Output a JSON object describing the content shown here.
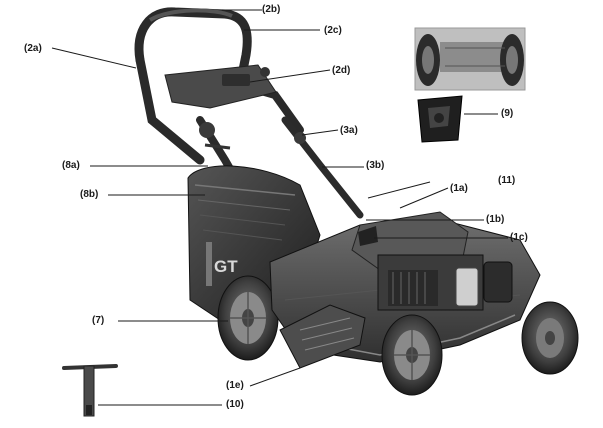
{
  "callouts": {
    "c2b": "(2b)",
    "c2c": "(2c)",
    "c2a": "(2a)",
    "c2d": "(2d)",
    "c3a": "(3a)",
    "c3b": "(3b)",
    "c8a": "(8a)",
    "c8b": "(8b)",
    "c11": "(11)",
    "c1a": "(1a)",
    "c1b": "(1b)",
    "c1c": "(1c)",
    "c9": "(9)",
    "c7": "(7)",
    "c1e": "(1e)",
    "c10": "(10)"
  },
  "brand_mark": "GT"
}
